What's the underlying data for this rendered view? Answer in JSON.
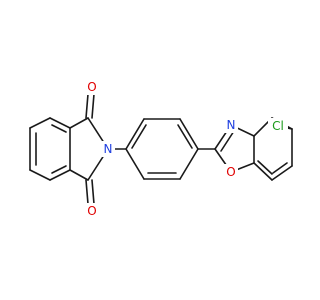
{
  "colors": {
    "bond": "#1a1a1a",
    "oxygen": "#e00000",
    "nitrogen": "#1f3fe0",
    "chlorine": "#1a9a1a",
    "background": "#ffffff"
  },
  "atoms": {
    "o_carbonyl_top": "O",
    "o_carbonyl_bottom": "O",
    "n_imide": "N",
    "n_oxazole": "N",
    "o_oxazole": "O",
    "cl": "Cl"
  }
}
